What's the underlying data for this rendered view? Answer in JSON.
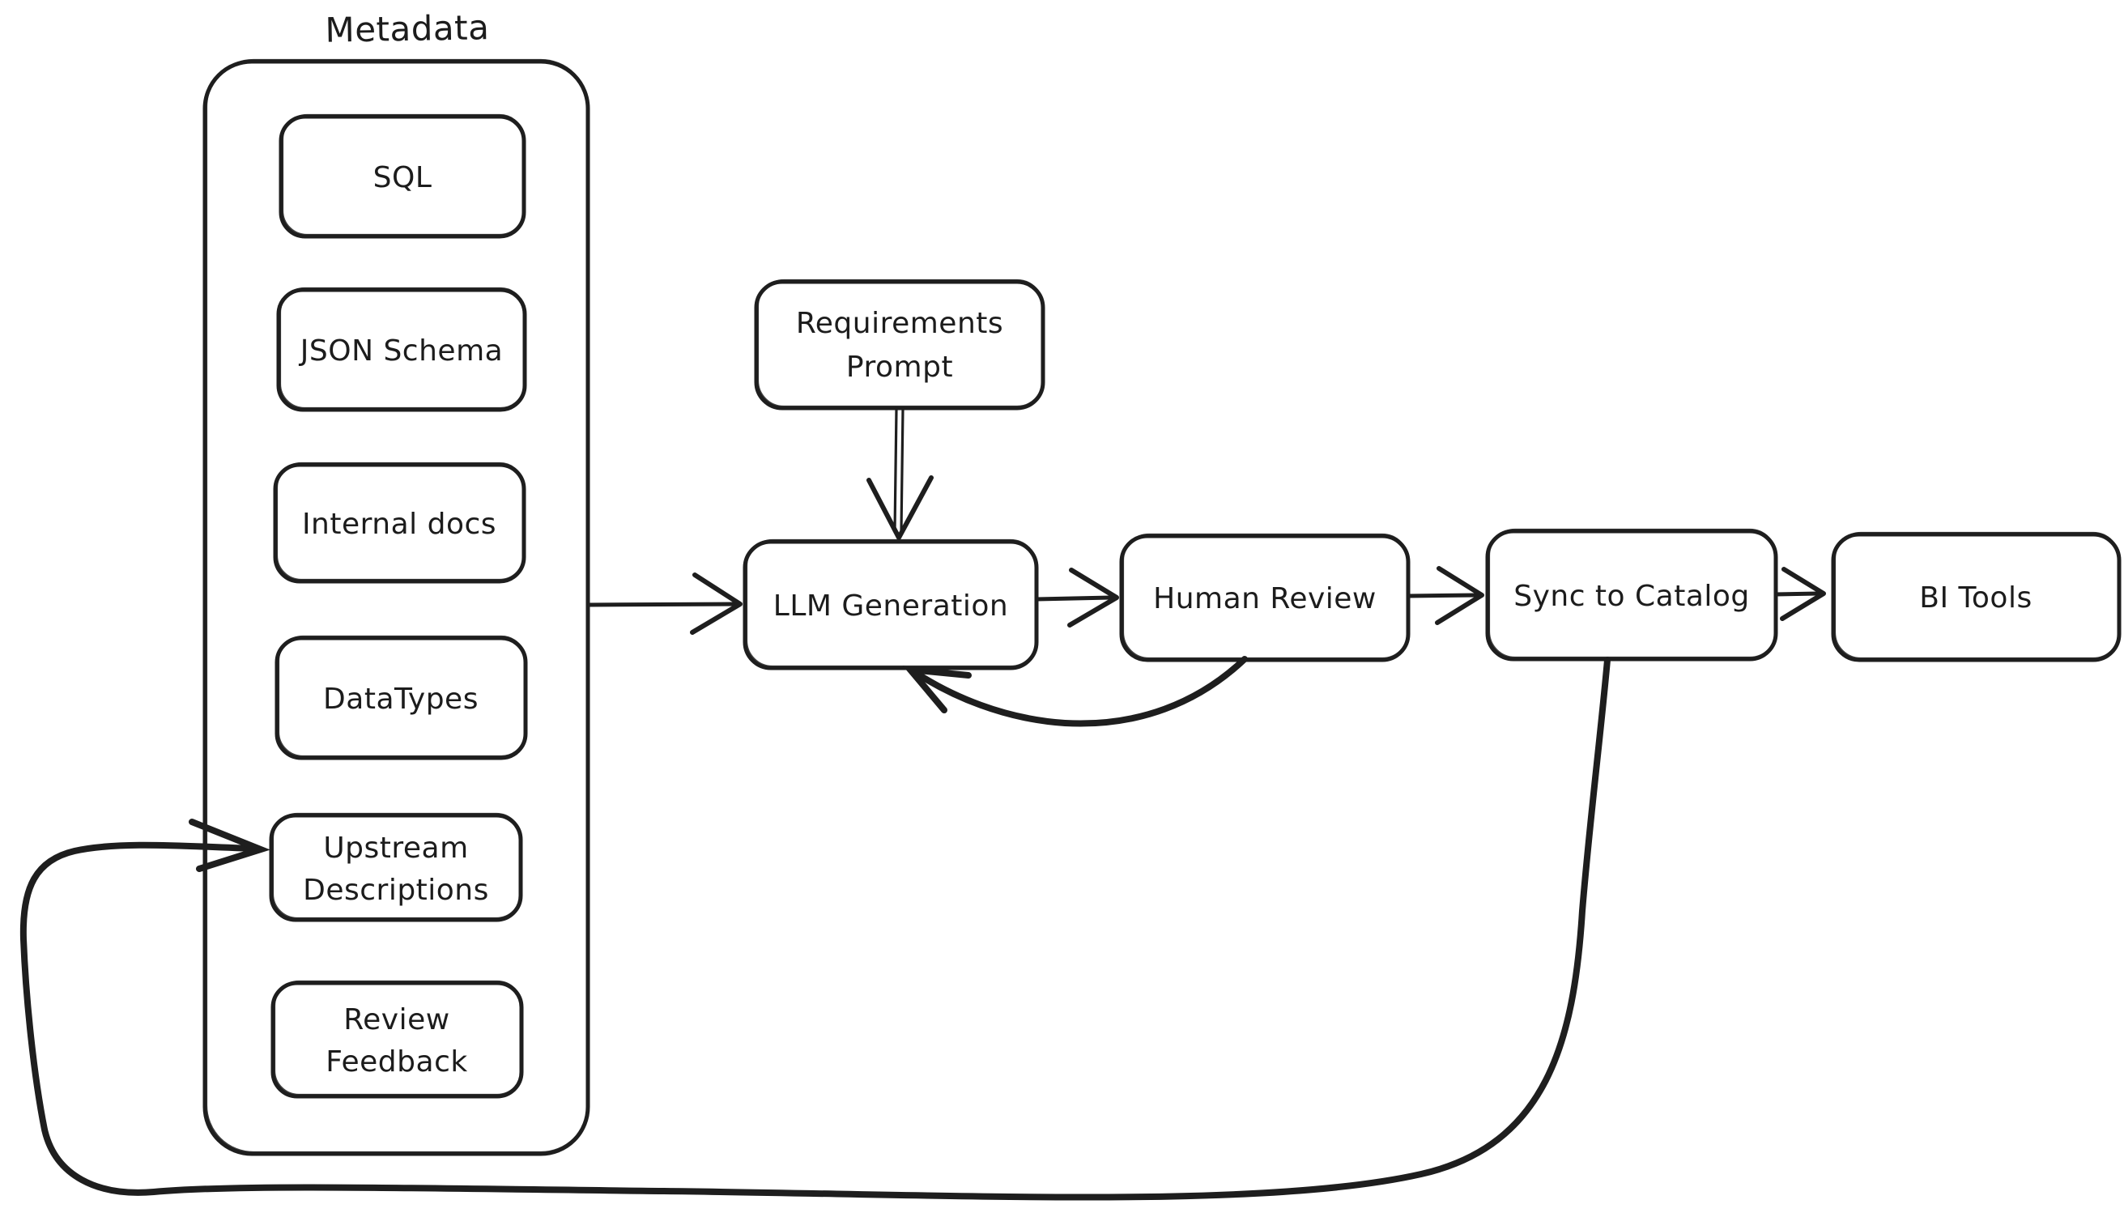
{
  "colors": {
    "stroke": "#1e1e1e",
    "node_fill": "#ffffff",
    "background": "#ffffff",
    "text": "#1c1c1c"
  },
  "group": {
    "title": "Metadata",
    "items": [
      {
        "id": "sql",
        "lines": [
          "SQL"
        ]
      },
      {
        "id": "json-schema",
        "lines": [
          "JSON Schema"
        ]
      },
      {
        "id": "internal-docs",
        "lines": [
          "Internal docs"
        ]
      },
      {
        "id": "datatypes",
        "lines": [
          "DataTypes"
        ]
      },
      {
        "id": "upstream-descriptions",
        "lines": [
          "Upstream",
          "Descriptions"
        ]
      },
      {
        "id": "review-feedback",
        "lines": [
          "Review",
          "Feedback"
        ]
      }
    ]
  },
  "nodes": [
    {
      "id": "requirements-prompt",
      "lines": [
        "Requirements",
        "Prompt"
      ]
    },
    {
      "id": "llm-generation",
      "lines": [
        "LLM Generation"
      ]
    },
    {
      "id": "human-review",
      "lines": [
        "Human Review"
      ]
    },
    {
      "id": "sync-to-catalog",
      "lines": [
        "Sync to Catalog"
      ]
    },
    {
      "id": "bi-tools",
      "lines": [
        "BI Tools"
      ]
    }
  ],
  "edges": [
    {
      "from": "metadata-group",
      "to": "llm-generation",
      "type": "straight-arrow"
    },
    {
      "from": "requirements-prompt",
      "to": "llm-generation",
      "type": "straight-arrow"
    },
    {
      "from": "llm-generation",
      "to": "human-review",
      "type": "straight-arrow"
    },
    {
      "from": "human-review",
      "to": "sync-to-catalog",
      "type": "straight-arrow"
    },
    {
      "from": "sync-to-catalog",
      "to": "bi-tools",
      "type": "straight-arrow"
    },
    {
      "from": "human-review",
      "to": "llm-generation",
      "type": "feedback-curve"
    },
    {
      "from": "sync-to-catalog",
      "to": "upstream-descriptions",
      "type": "feedback-curve"
    }
  ]
}
